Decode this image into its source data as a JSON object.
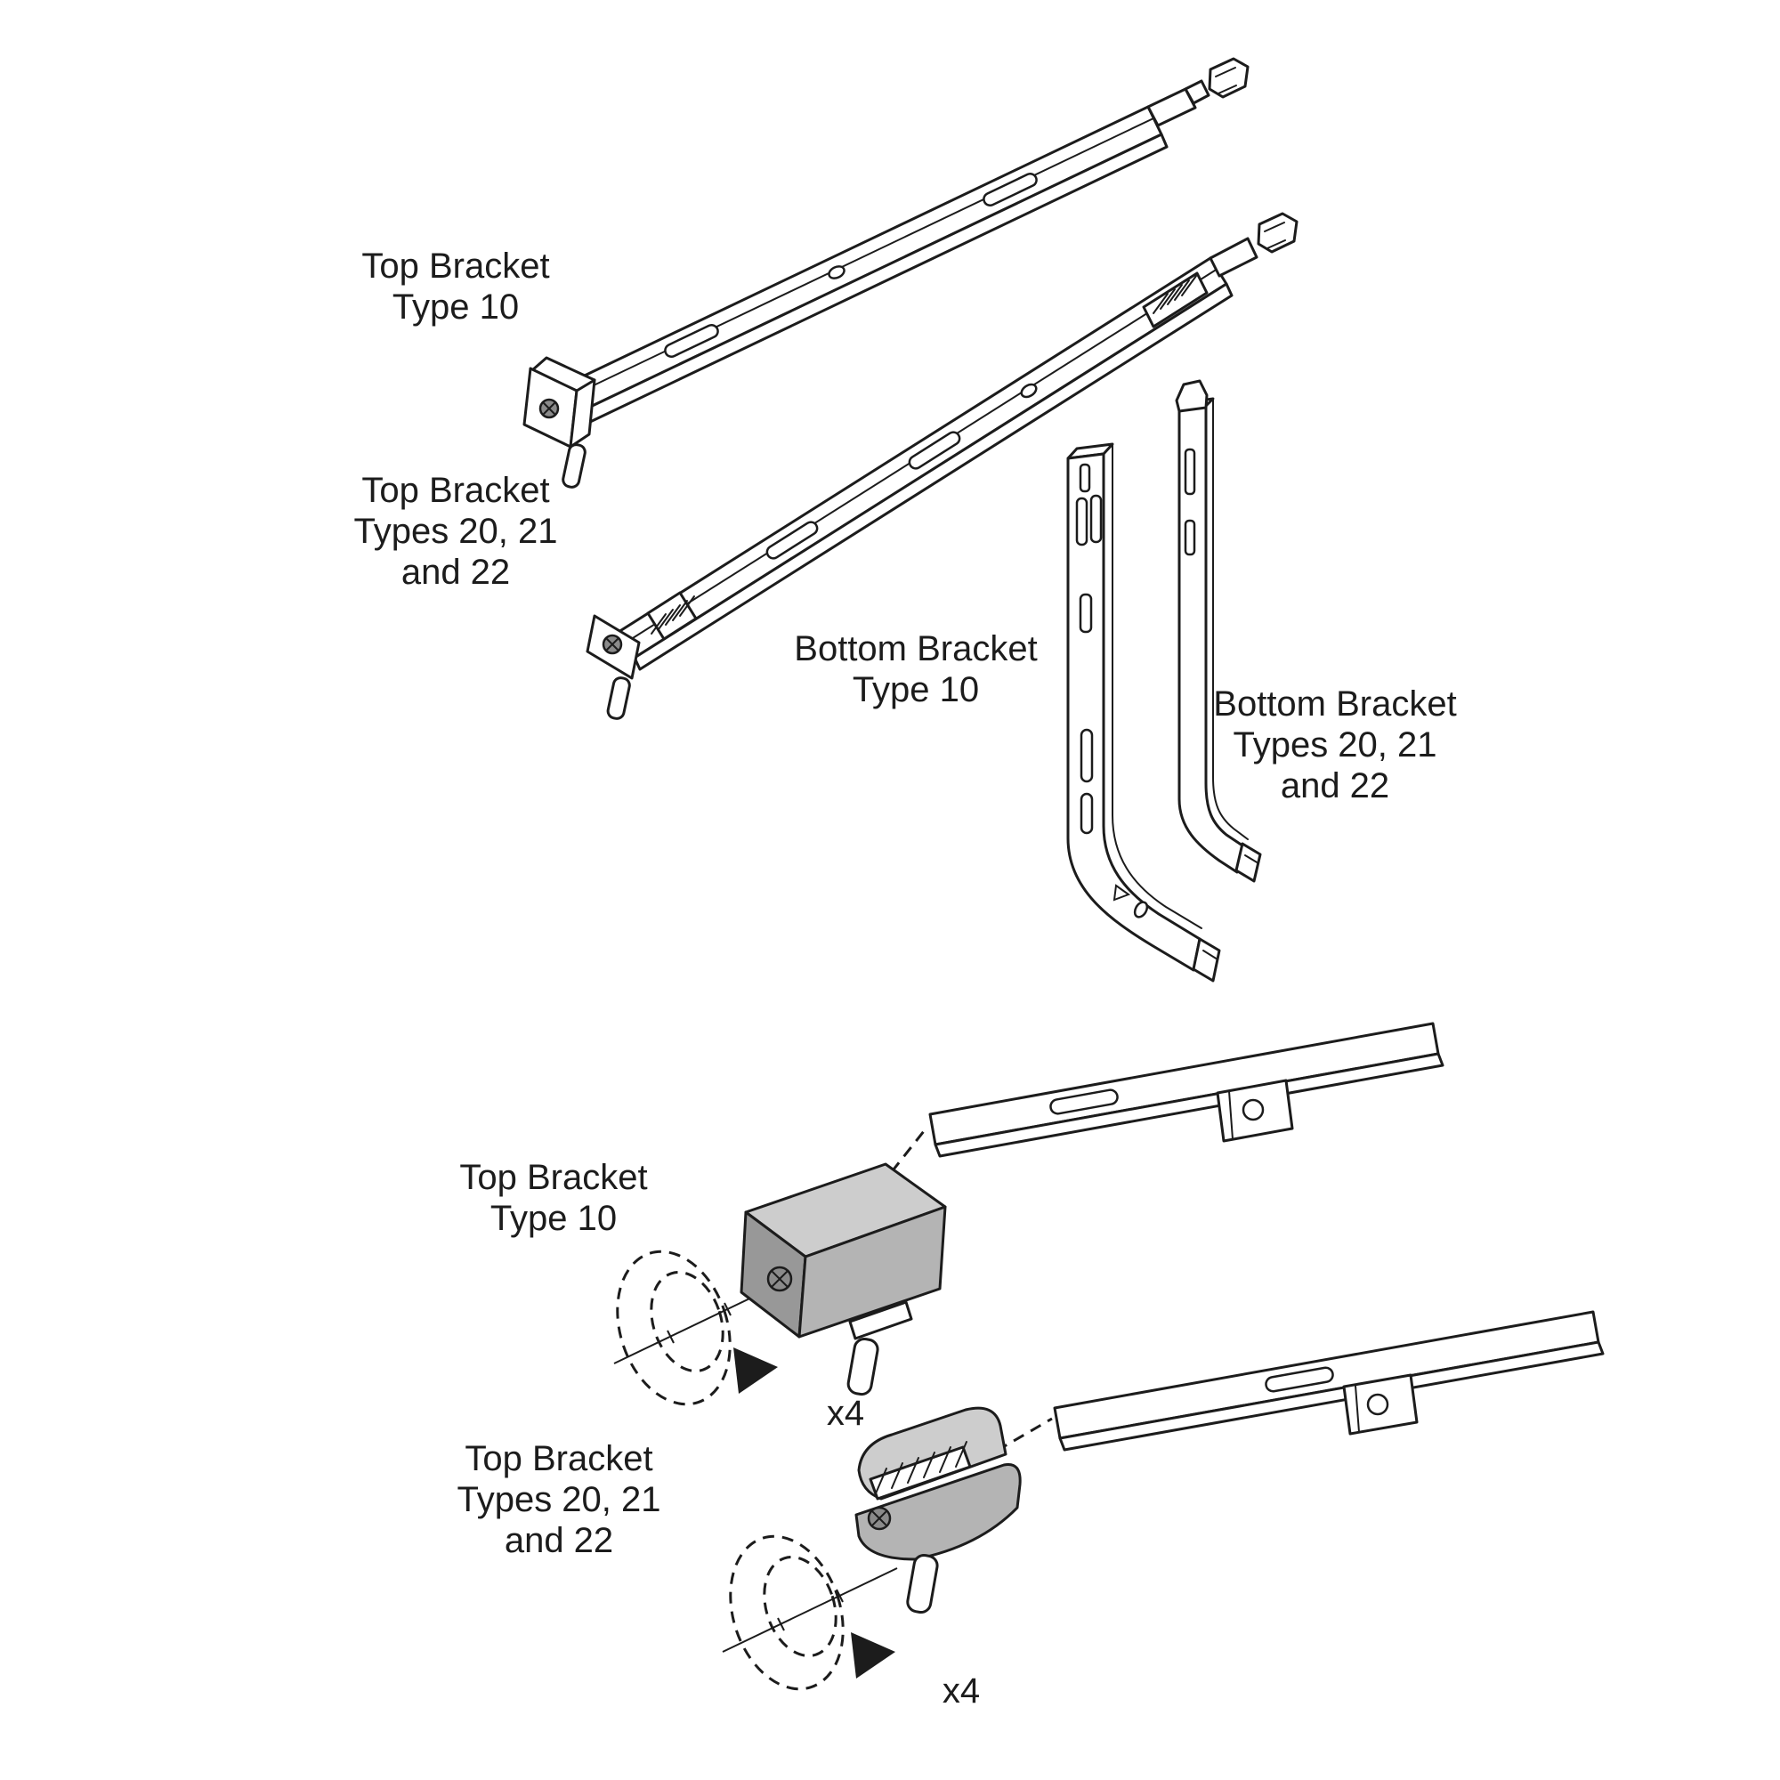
{
  "colors": {
    "background": "#ffffff",
    "ink": "#1c1c1c",
    "gray_light": "#cdcdcd",
    "gray_mid": "#b4b4b4",
    "gray_dark": "#989898",
    "screw_gray": "#8b8b8b"
  },
  "labels": {
    "top_bracket_type10": {
      "line1": "Top Bracket",
      "line2": "Type 10"
    },
    "top_bracket_types20": {
      "line1": "Top Bracket",
      "line2": "Types 20, 21",
      "line3": "and 22"
    },
    "bottom_bracket_type10": {
      "line1": "Bottom Bracket",
      "line2": "Type 10"
    },
    "bottom_bracket_types20": {
      "line1": "Bottom Bracket",
      "line2": "Types 20, 21",
      "line3": "and 22"
    },
    "detail_top_bracket_type10": {
      "line1": "Top Bracket",
      "line2": "Type 10"
    },
    "detail_top_bracket_types20": {
      "line1": "Top Bracket",
      "line2": "Types 20, 21",
      "line3": "and 22"
    }
  },
  "quantities": {
    "type10_fixings": "x4",
    "types20_fixings": "x4"
  },
  "icons": {
    "rotation_path": "dashed-ellipse-pair",
    "direction_arrow": "filled-triangle",
    "screw": "circle-with-cross"
  }
}
